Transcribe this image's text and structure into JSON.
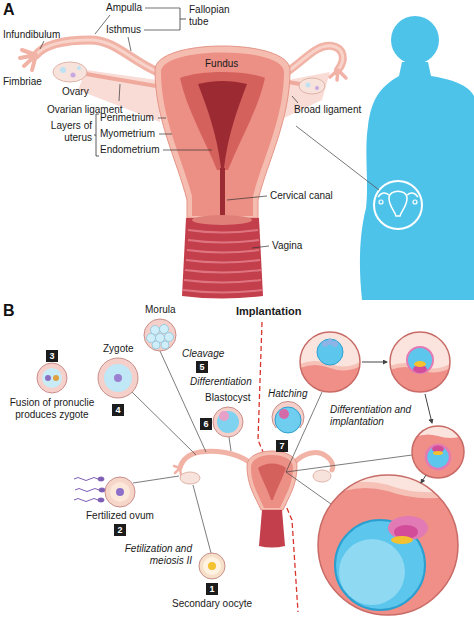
{
  "diagram": {
    "nodes": [
      {
        "text": [
          "1"
        ]
      },
      {
        "text": [
          "2"
        ]
      },
      {
        "text": [
          "3"
        ]
      },
      {
        "text": [
          "4"
        ]
      },
      {
        "text": [
          "5"
        ]
      },
      {
        "text": [
          "6"
        ]
      },
      {
        "text": [
          "7"
        ]
      }
    ],
    "labels": [
      "A",
      "Ampulla",
      "Isthmus",
      "Fallopian tube",
      "Infundibulum",
      "Fimbriae",
      "Ovary",
      "Fundus",
      "Ovarian ligament",
      "Broad ligament",
      "Layers of uterus",
      "Perimetrium",
      "Myometrium",
      "Endometrium",
      "Cervical canal",
      "Vagina",
      "B",
      "Morula",
      "Implantation",
      "Zygote",
      "Cleavage",
      "Differentiation",
      "Fusion of pronuclie produces zygote",
      "Blastocyst",
      "Hatching",
      "Differentiation and implantation",
      "Fertilized ovum",
      "Fetilization and meiosis II",
      "Secondary oocyte"
    ]
  }
}
